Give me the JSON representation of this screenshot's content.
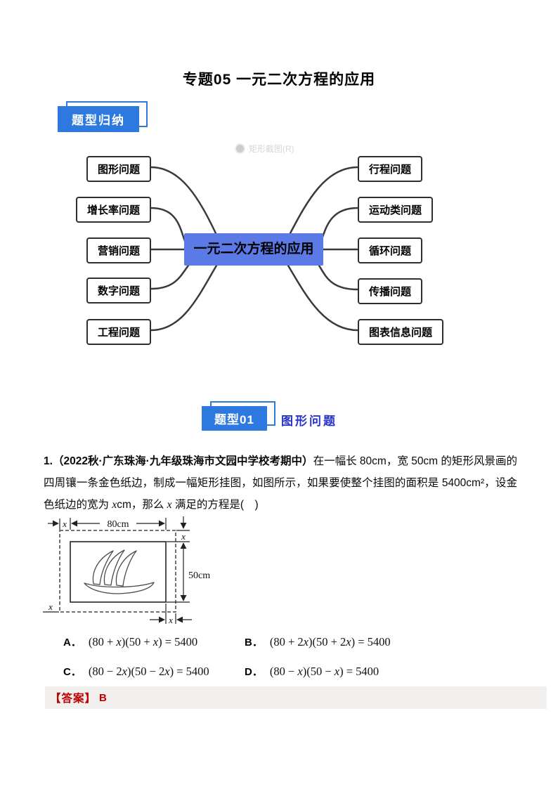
{
  "page": {
    "title": "专题05 一元二次方程的应用"
  },
  "badges": {
    "type_summary": "题型归纳",
    "type01": "题型01",
    "type01_title": "图形问题"
  },
  "capture_hint": {
    "label": "矩形截图(R)"
  },
  "mindmap": {
    "center": "一元二次方程的应用",
    "left_nodes": [
      "图形问题",
      "增长率问题",
      "营销问题",
      "数字问题",
      "工程问题"
    ],
    "right_nodes": [
      "行程问题",
      "运动类问题",
      "循环问题",
      "传播问题",
      "图表信息问题"
    ]
  },
  "problem": {
    "lead": "1.（2022秋·广东珠海·九年级珠海市文园中学校考期中）",
    "body_parts": [
      "在一幅长 80cm，宽 50cm 的矩形风景画的四周镶一条金色纸边，制成一幅矩形挂图，如图所示，如果要使整个挂图的面积是 5400cm²，设金色纸边的宽为 ",
      "x",
      "cm，那么 ",
      "x",
      " 满足的方程是(　)"
    ]
  },
  "figure": {
    "width_label": "80cm",
    "height_label": "50cm",
    "margin_label": "x"
  },
  "options": [
    {
      "letter": "A．",
      "parts": [
        "(80 + ",
        "x",
        ")(50 + ",
        "x",
        ") = 5400"
      ]
    },
    {
      "letter": "B．",
      "parts": [
        "(80 + 2",
        "x",
        ")(50 + 2",
        "x",
        ") = 5400"
      ]
    },
    {
      "letter": "C．",
      "parts": [
        "(80 − 2",
        "x",
        ")(50 − 2",
        "x",
        ") = 5400"
      ]
    },
    {
      "letter": "D．",
      "parts": [
        "(80 − ",
        "x",
        ")(50 − ",
        "x",
        ") = 5400"
      ]
    }
  ],
  "answer": {
    "label": "【答案】",
    "value": "B"
  },
  "colors": {
    "badge_blue": "#2e79e0",
    "center_node_blue": "#5b7ae6",
    "section_title_blue": "#2832cc",
    "answer_red": "#c00000",
    "answer_bar_bg": "#f1f0ee"
  }
}
